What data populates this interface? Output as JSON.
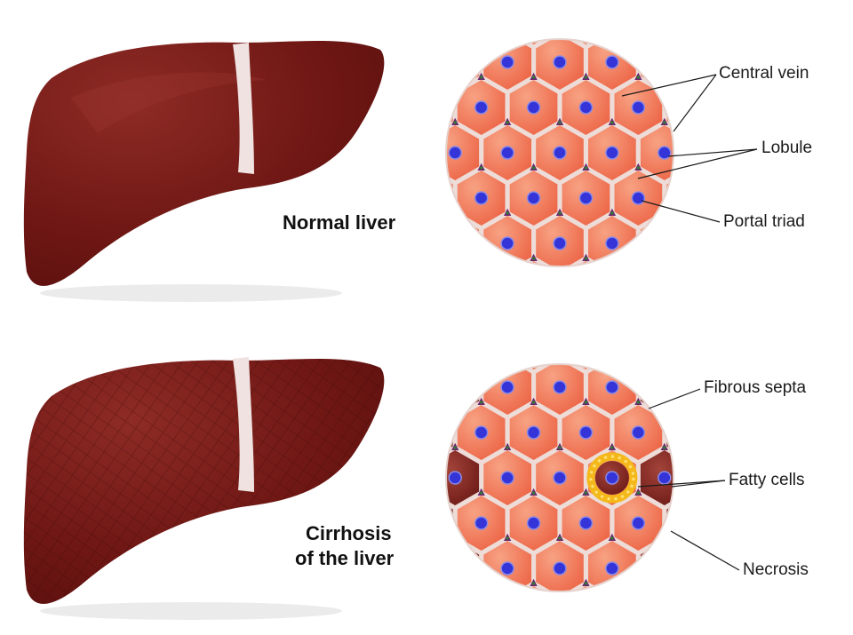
{
  "normal": {
    "title": "Normal liver",
    "labels": {
      "central_vein": "Central vein",
      "lobule": "Lobule",
      "portal_triad": "Portal triad"
    }
  },
  "cirrhosis": {
    "title_line1": "Cirrhosis",
    "title_line2": "of the liver",
    "labels": {
      "fibrous_septa": "Fibrous septa",
      "fatty_cells": "Fatty cells",
      "necrosis": "Necrosis"
    }
  },
  "colors": {
    "liver_normal": "#6e1613",
    "liver_normal_light": "#8a2a25",
    "liver_cirrhotic": "#641512",
    "ligament": "#efe2e0",
    "lobule": "#ef6e4f",
    "lobule_light": "#f59b7c",
    "septa": "#eddcd8",
    "vein": "#3434d8",
    "necrosis": "#7a1c18",
    "fat": "#f6c21e"
  }
}
